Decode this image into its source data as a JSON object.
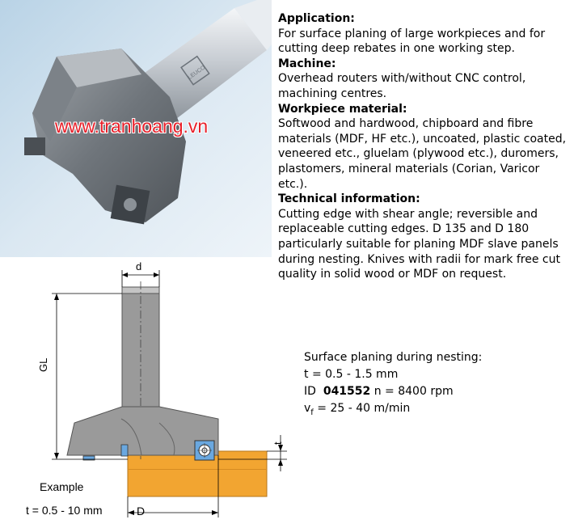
{
  "photo": {
    "watermark": "www.tranhoang.vn",
    "shank_logo": "LEUCO"
  },
  "info": {
    "application_heading": "Application:",
    "application_text": "For surface planing of large workpieces and for cutting deep rebates in one working step.",
    "machine_heading": "Machine:",
    "machine_text": "Overhead routers with/without CNC control, machining centres.",
    "material_heading": "Workpiece material:",
    "material_text": "Softwood and hardwood, chipboard and fibre materials (MDF, HF etc.), uncoated, plastic coated, veneered etc., gluelam (plywood etc.), duromers, plastomers, mineral materials (Corian, Varicor etc.).",
    "technical_heading": "Technical information:",
    "technical_text": "Cutting edge with shear angle; reversible and replaceable cutting edges. D 135 and D 180 particularly suitable for planing MDF slave panels during nesting. Knives with radii for mark free cut quality in solid wood or MDF on request."
  },
  "diagram": {
    "label_d": "d",
    "label_GL": "GL",
    "label_t": "t",
    "label_D": "D",
    "example_label": "Example",
    "example_t": "t = 0.5 - 10 mm"
  },
  "nesting": {
    "title": "Surface planing during nesting:",
    "t_range": "t = 0.5 - 1.5 mm",
    "id_prefix": "ID",
    "id_number": "041552",
    "rpm": "n = 8400 rpm",
    "vf_symbol": "v",
    "vf_sub": "f",
    "vf_value": "= 25 - 40 m/min"
  },
  "colors": {
    "tool_gray": "#9a9a9a",
    "workpiece_orange": "#f2a531",
    "insert_blue": "#6aa8e0",
    "watermark_red": "#e8202a"
  }
}
